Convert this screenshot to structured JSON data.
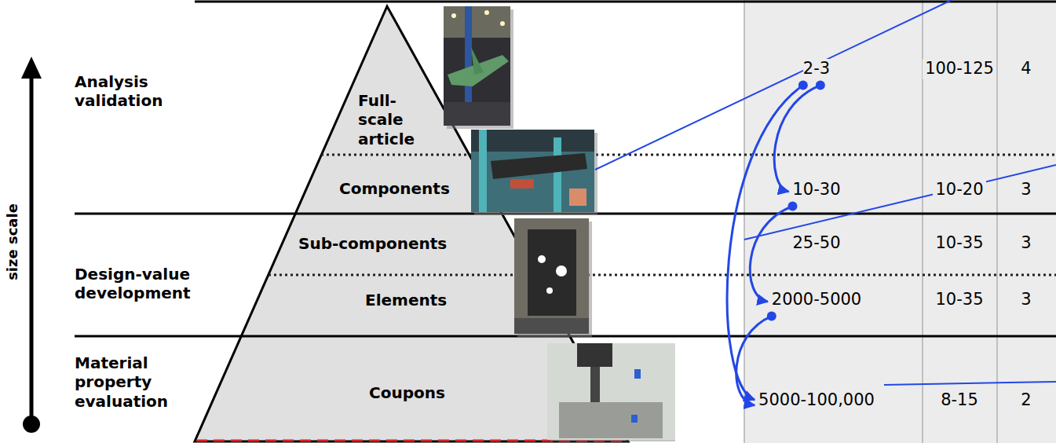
{
  "diagram": {
    "nodes": [
      {
        "text": [
          "2-3"
        ]
      },
      {
        "text": [
          "10-30"
        ]
      },
      {
        "text": [
          "25-50"
        ]
      },
      {
        "text": [
          "2000-5000"
        ]
      },
      {
        "text": [
          "5000-100,000"
        ]
      }
    ],
    "edges": [
      {
        "from": 0,
        "to": 4,
        "arrow": "to"
      },
      {
        "from": 0,
        "to": 1,
        "arrow": "to"
      },
      {
        "from": 1,
        "to": 3,
        "arrow": "to"
      },
      {
        "from": 3,
        "to": 4,
        "arrow": "to"
      }
    ],
    "labels": [
      "size scale",
      "Analysis validation",
      "Design-value development",
      "Material property evaluation",
      "Full-scale article",
      "Components",
      "Sub-components",
      "Elements",
      "Coupons",
      "100-125",
      "4",
      "10-20",
      "3",
      "10-35",
      "3",
      "10-35",
      "3",
      "8-15",
      "2"
    ]
  }
}
